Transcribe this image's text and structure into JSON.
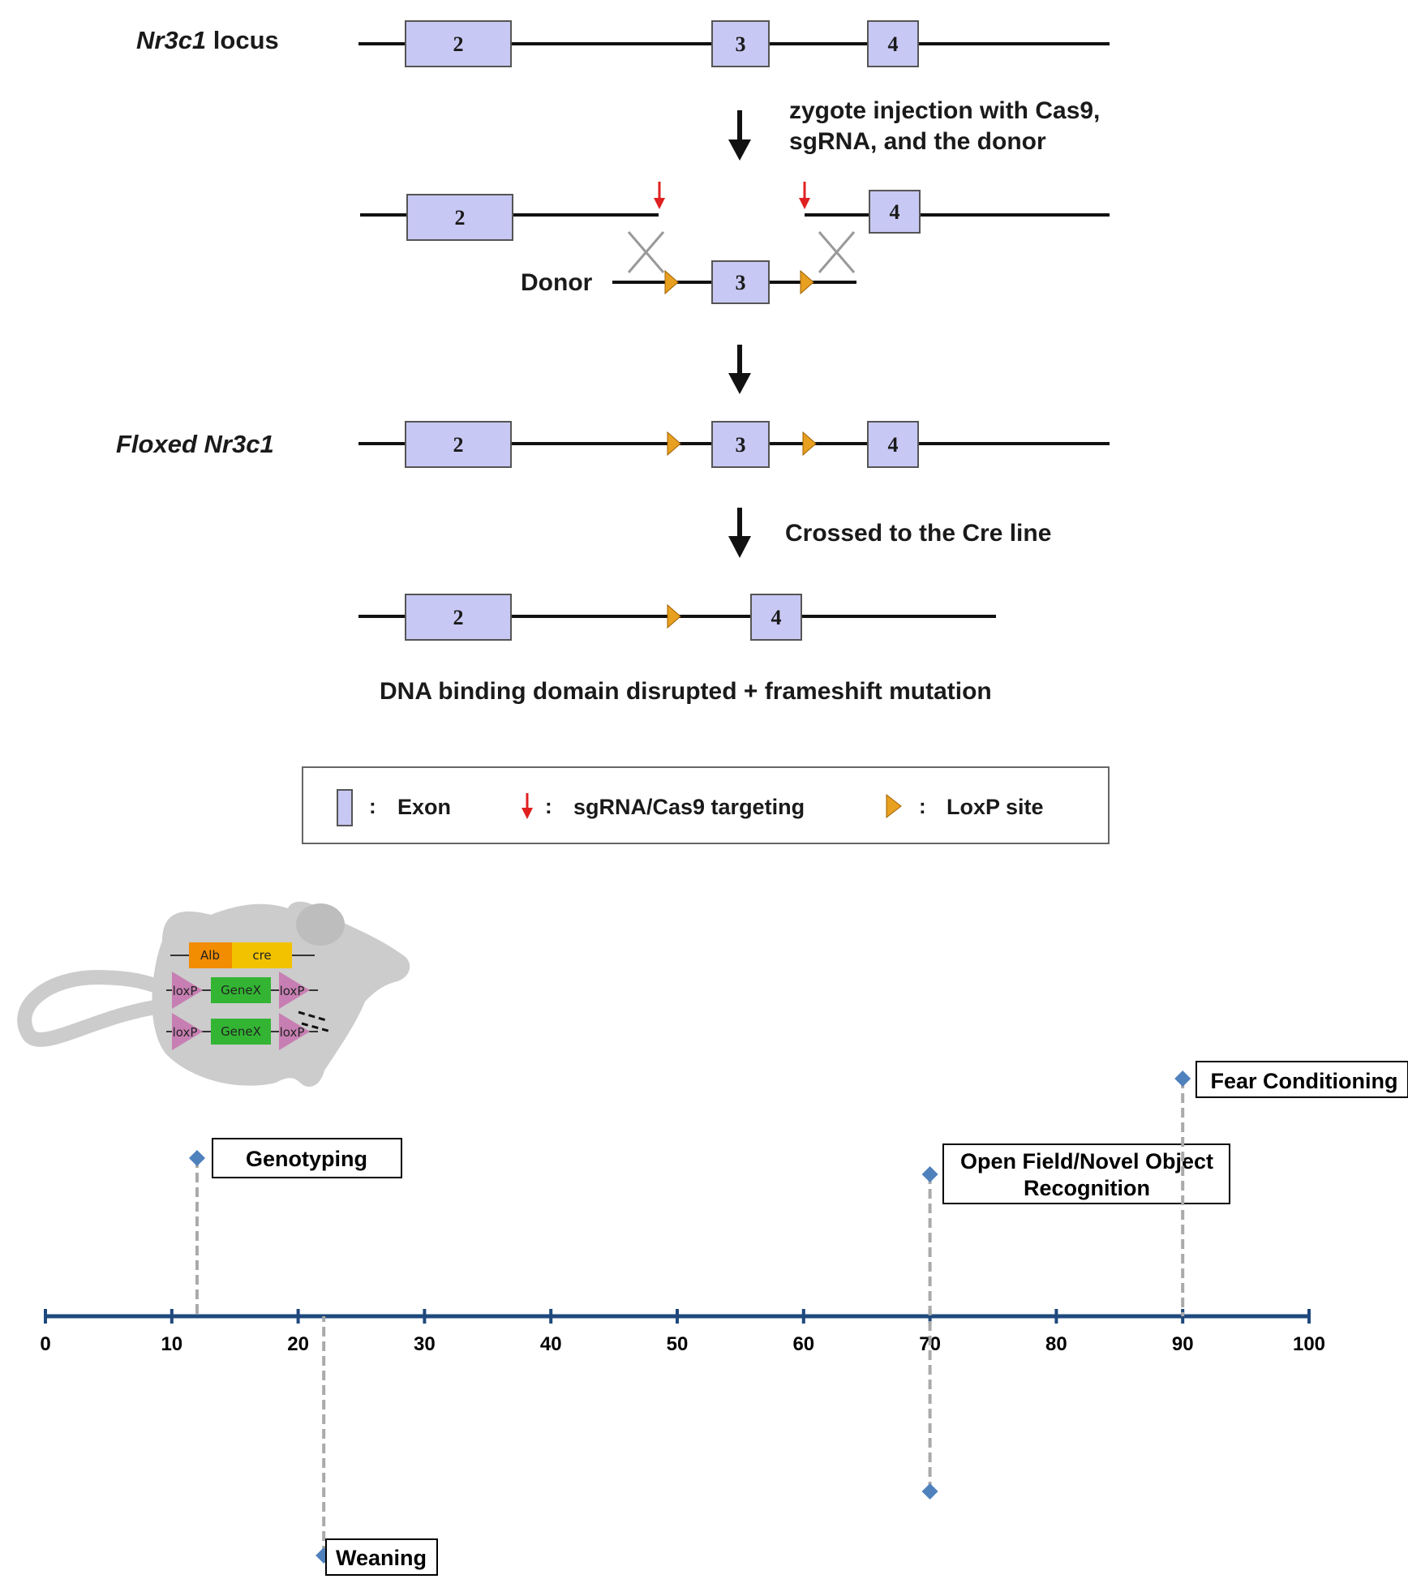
{
  "gene_diagram": {
    "row1_label_italic": "Nr3c1",
    "row1_label_rest": " locus",
    "step1_line1": "zygote injection with Cas9,",
    "step1_line2": "sgRNA, and the donor",
    "donor_label": "Donor",
    "row3_label_italic": "Floxed Nr3c1",
    "step2_label": "Crossed to the Cre line",
    "result_label": "DNA binding domain disrupted + frameshift mutation",
    "exon_labels": {
      "e2": "2",
      "e3": "3",
      "e4": "4"
    },
    "colors": {
      "exon_fill": "#c8c8f4",
      "exon_stroke": "#555555",
      "cut_arrow": "#e02020",
      "loxp": "#e8a020"
    }
  },
  "legend": {
    "sep": ":",
    "exon": "Exon",
    "cut": "sgRNA/Cas9 targeting",
    "loxp": "LoxP site"
  },
  "mouse": {
    "alb": "Alb",
    "cre": "cre",
    "loxp": "loxP",
    "genex": "GeneX",
    "colors": {
      "body": "#cccccc",
      "alb": "#f28c00",
      "cre": "#f2c200",
      "genex": "#33b533",
      "loxp_triangle": "#c77fb3"
    }
  },
  "chart_data": {
    "type": "timeline",
    "axis": {
      "min": 0,
      "max": 100,
      "ticks": [
        0,
        10,
        20,
        30,
        40,
        50,
        60,
        70,
        80,
        90,
        100
      ],
      "color": "#1f497d"
    },
    "events": [
      {
        "x": 12,
        "label": "Genotyping",
        "side": "above"
      },
      {
        "x": 21,
        "label": "Weaning",
        "side": "below"
      },
      {
        "x": 70,
        "label_line1": "Open Field/Novel Object",
        "label_line2": "Recognition",
        "side": "above"
      },
      {
        "x": 70,
        "label": "",
        "side": "below"
      },
      {
        "x": 90,
        "label": "Fear Conditioning",
        "side": "above"
      }
    ],
    "marker_color": "#4f81bd"
  }
}
